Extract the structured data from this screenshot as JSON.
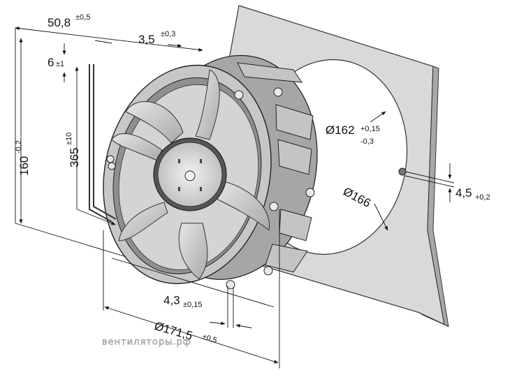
{
  "drawing": {
    "subject": "axial fan dimensional drawing",
    "colors": {
      "panel": "#d9d9d9",
      "housing": "#b8b8b8",
      "impeller": "#cfcfcf",
      "line": "#222222"
    }
  },
  "dimensions": {
    "depth": {
      "value": "50,8",
      "tol": "±0,5"
    },
    "flange": {
      "value": "3,5",
      "tol": "±0,3"
    },
    "wire_offset": {
      "value": "6",
      "tol": "±1"
    },
    "height": {
      "value": "160",
      "tol": "-0,2"
    },
    "cable_length": {
      "value": "365",
      "tol": "±10"
    },
    "cutout": {
      "value": "Ø162",
      "tol_upper": "+0,15",
      "tol_lower": "-0,3"
    },
    "bolt_circle": {
      "value": "Ø166"
    },
    "hole": {
      "value": "4,5",
      "tol": "+0,2"
    },
    "mount_hole": {
      "value": "4,3",
      "tol": "±0,15"
    },
    "diameter": {
      "value": "Ø171,5",
      "tol": "±0,5"
    }
  },
  "watermark": {
    "text": "вентиляторы.рф"
  }
}
